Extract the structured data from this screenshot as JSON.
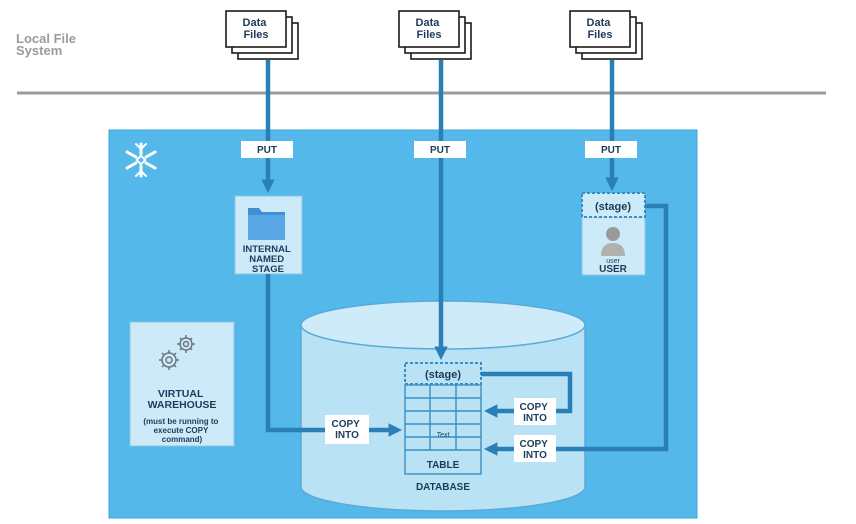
{
  "local_fs_label": [
    "Local File",
    "System"
  ],
  "data_files": [
    {
      "line1": "Data",
      "line2": "Files"
    },
    {
      "line1": "Data",
      "line2": "Files"
    },
    {
      "line1": "Data",
      "line2": "Files"
    }
  ],
  "put_labels": [
    "PUT",
    "PUT",
    "PUT"
  ],
  "internal_stage": [
    "INTERNAL",
    "NAMED",
    "STAGE"
  ],
  "user_stage": {
    "stage": "(stage)",
    "user_small": "user",
    "user": "USER"
  },
  "virtual_warehouse": {
    "title": [
      "VIRTUAL",
      "WAREHOUSE"
    ],
    "note": [
      "(must be running to",
      "execute COPY",
      "command)"
    ]
  },
  "table_stage": "(stage)",
  "table_cell_text": "Text",
  "table_label": "TABLE",
  "database_label": "DATABASE",
  "copy_into": [
    {
      "line1": "COPY",
      "line2": "INTO"
    },
    {
      "line1": "COPY",
      "line2": "INTO"
    },
    {
      "line1": "COPY",
      "line2": "INTO"
    }
  ],
  "colors": {
    "account_bg": "#55b8ea",
    "arrow": "#2a7fb6",
    "text_dark": "#1d3b5a",
    "db_fill": "#b9e2f5",
    "grey": "#9b9b9b"
  }
}
